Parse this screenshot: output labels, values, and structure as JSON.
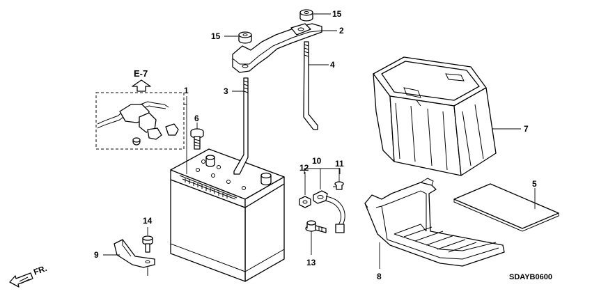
{
  "diagram": {
    "ref_label": "E-7",
    "direction_label": "FR.",
    "diagram_code": "SDAYB0600",
    "callouts": [
      {
        "id": "c1",
        "text": "1"
      },
      {
        "id": "c2",
        "text": "2"
      },
      {
        "id": "c3",
        "text": "3"
      },
      {
        "id": "c4",
        "text": "4"
      },
      {
        "id": "c5",
        "text": "5"
      },
      {
        "id": "c6",
        "text": "6"
      },
      {
        "id": "c7",
        "text": "7"
      },
      {
        "id": "c8",
        "text": "8"
      },
      {
        "id": "c9",
        "text": "9"
      },
      {
        "id": "c10",
        "text": "10"
      },
      {
        "id": "c11",
        "text": "11"
      },
      {
        "id": "c12",
        "text": "12"
      },
      {
        "id": "c13",
        "text": "13"
      },
      {
        "id": "c14",
        "text": "14"
      },
      {
        "id": "c15a",
        "text": "15"
      },
      {
        "id": "c15b",
        "text": "15"
      }
    ]
  }
}
